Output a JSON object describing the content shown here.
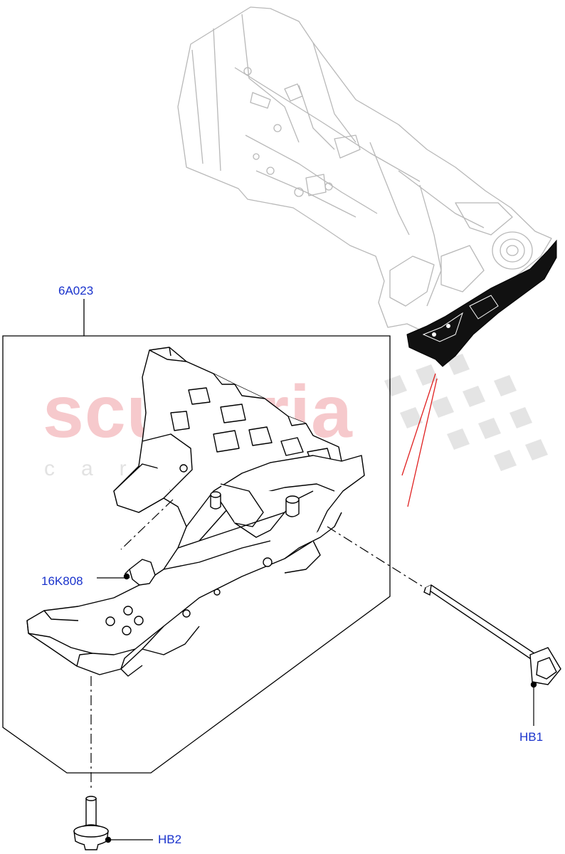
{
  "callouts": {
    "part_6a023": "6A023",
    "part_16k808": "16K808",
    "part_hb1": "HB1",
    "part_hb2": "HB2"
  },
  "watermark": {
    "main": "scuderia",
    "sub": "car parts"
  },
  "colors": {
    "callout_text": "#1a33cc",
    "watermark_main": "#f6c9cc",
    "watermark_sub": "#e2e2e2",
    "highlight_line": "#e02020",
    "outline": "#000000"
  }
}
